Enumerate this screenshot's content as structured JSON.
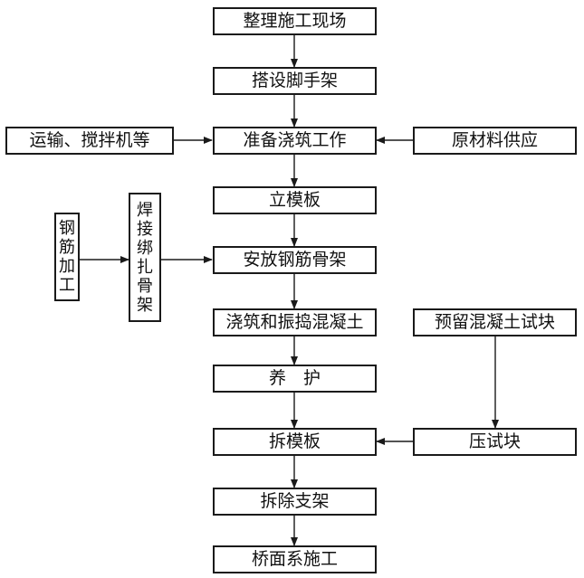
{
  "main_steps": [
    "整理施工现场",
    "搭设脚手架",
    "准备浇筑工作",
    "立模板",
    "安放钢筋骨架",
    "浇筑和振捣混凝土",
    "养　护",
    "拆模板",
    "拆除支架",
    "桥面系施工"
  ],
  "inputs": {
    "equipment": "运输、搅拌机等",
    "materials": "原材料供应",
    "rebar_processing": "钢筋加工",
    "weld_tie_cage": "焊接绑扎骨架",
    "test_block": "预留混凝土试块",
    "compression_test": "压试块"
  },
  "colors": {
    "line": "#1a1a1a",
    "background": "#ffffff"
  }
}
